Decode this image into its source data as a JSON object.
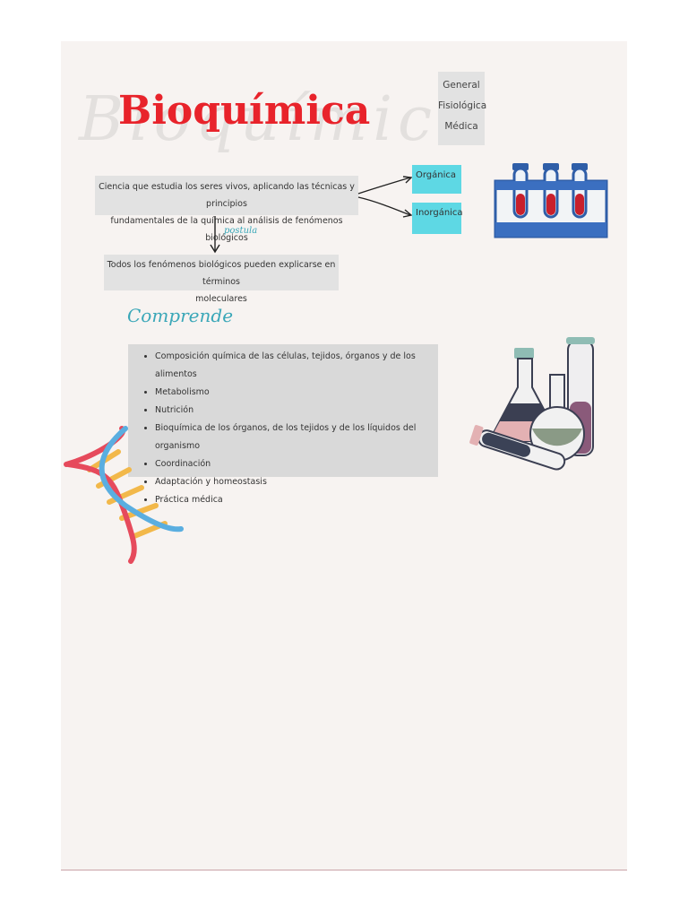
{
  "header": {
    "ghost_text": "Bioquímica",
    "title": "Bioquímica"
  },
  "types": [
    "General",
    "Fisiológica",
    "Médica"
  ],
  "definition": {
    "line1": "Ciencia que estudia los seres vivos, aplicando las técnicas y principios",
    "line2": "fundamentales de la química al análisis de fenómenos biológicos"
  },
  "branches": {
    "organica": "Orgánica",
    "inorganica": "Inorgánica"
  },
  "postula_label": "postula",
  "statement": {
    "line1": "Todos los fenómenos biológicos pueden explicarse en términos",
    "line2": "moleculares"
  },
  "comprende": {
    "heading": "Comprende",
    "items": [
      "Composición química de las células, tejidos, órganos y de los alimentos",
      "Metabolismo",
      "Nutrición",
      "Bioquímica de los órganos, de los tejidos y de los líquidos del organismo",
      "Coordinación",
      "Adaptación y homeostasis",
      "Práctica médica"
    ]
  },
  "colors": {
    "title": "#e8232b",
    "accent_cyan": "#5ed8e4",
    "script_teal": "#3aa7b8",
    "page_bg": "#f7f3f1"
  },
  "icons": [
    "test-tube-rack-icon",
    "lab-flasks-icon",
    "dna-helix-icon"
  ]
}
